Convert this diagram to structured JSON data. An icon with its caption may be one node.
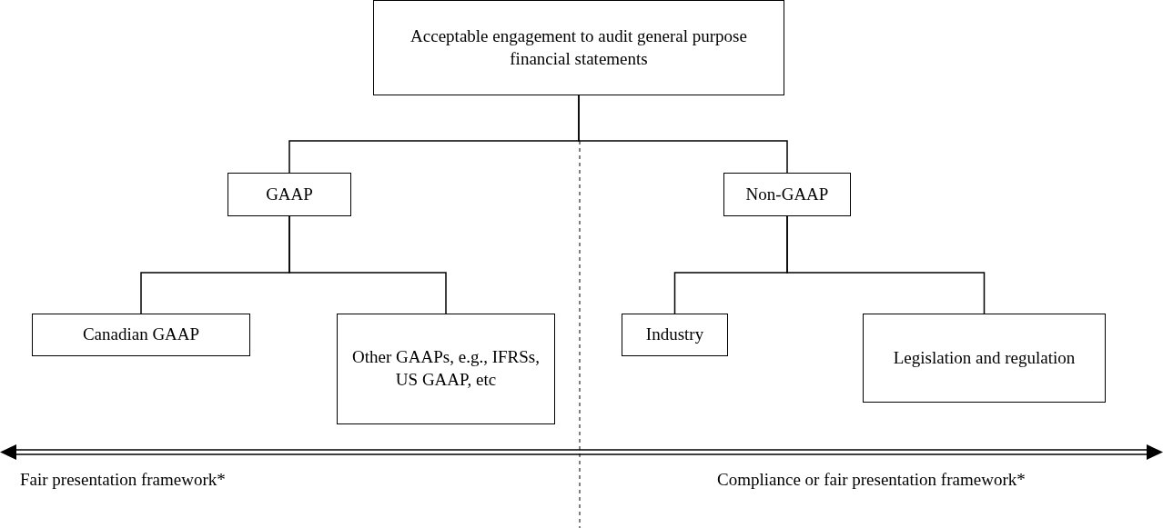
{
  "diagram": {
    "nodes": [
      {
        "text": [
          "Acceptable engagement to audit general purpose financial statements"
        ]
      },
      {
        "text": [
          "GAAP"
        ]
      },
      {
        "text": [
          "Non-GAAP"
        ]
      },
      {
        "text": [
          "Canadian GAAP"
        ]
      },
      {
        "text": [
          "Other GAAPs, e.g., IFRSs, US GAAP, etc"
        ]
      },
      {
        "text": [
          "Industry"
        ]
      },
      {
        "text": [
          "Legislation and regulation"
        ]
      }
    ],
    "edges": [
      {
        "from": 0,
        "to": 1,
        "arrow": "none"
      },
      {
        "from": 0,
        "to": 2,
        "arrow": "none"
      },
      {
        "from": 1,
        "to": 3,
        "arrow": "none"
      },
      {
        "from": 1,
        "to": 4,
        "arrow": "none"
      },
      {
        "from": 2,
        "to": 5,
        "arrow": "none"
      },
      {
        "from": 2,
        "to": 6,
        "arrow": "none"
      }
    ],
    "labels": [
      "Fair presentation framework*",
      "Compliance or fair presentation framework*"
    ]
  }
}
